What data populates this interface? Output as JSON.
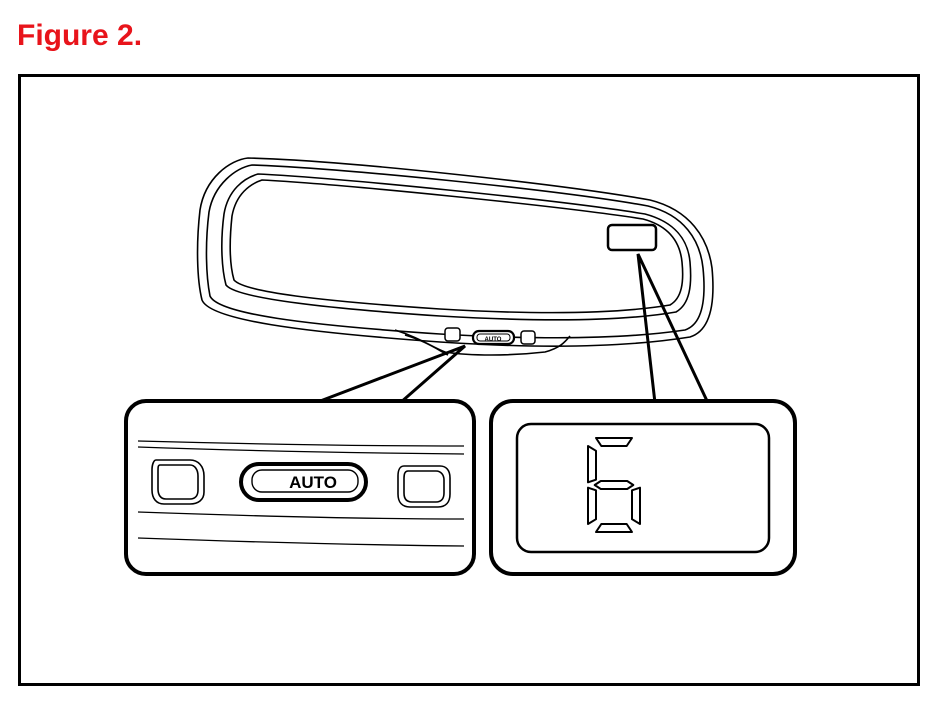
{
  "figure": {
    "title": "Figure 2.",
    "title_color": "#e8141b"
  },
  "mirror": {
    "button_label_small": "AUTO"
  },
  "callout_buttons": {
    "auto_button_label": "AUTO"
  },
  "callout_display": {
    "digit": "6"
  }
}
